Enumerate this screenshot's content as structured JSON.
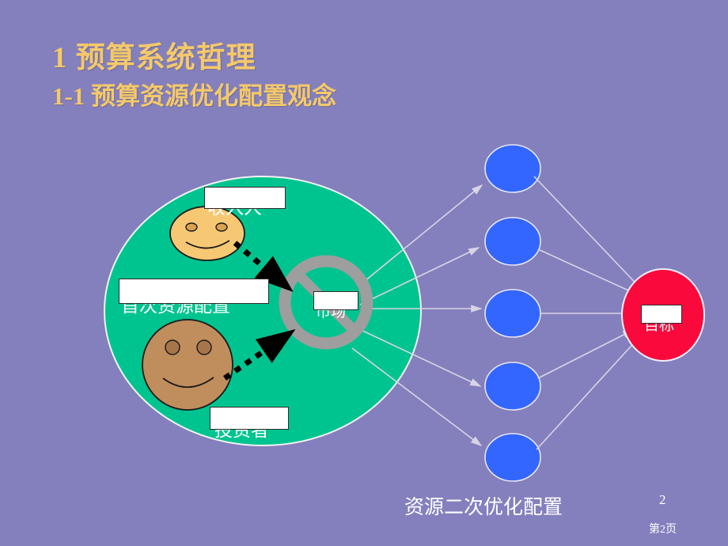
{
  "slide": {
    "background_color": "#8480bd",
    "title_color": "#f5c96a",
    "title_line1": "1  预算系统哲理",
    "title_line2": "1-1 预算资源优化配置观念",
    "caption": "资源二次优化配置",
    "page_number": "2",
    "page_footer": "第2页"
  },
  "diagram": {
    "green_ellipse": {
      "label": "",
      "color": "#00c48f"
    },
    "labels": {
      "top_person": "收入人",
      "middle": "首次资源配置",
      "bottom_person": "投资者",
      "center_ring": "市场",
      "goal": "目标"
    },
    "faces": [
      {
        "name": "yellow-face",
        "color": "#f7c873",
        "label": "收入人"
      },
      {
        "name": "brown-face",
        "color": "#c08d5d",
        "label": "投资者"
      }
    ],
    "ring": {
      "name": "no-entry-symbol",
      "color": "#9e9e9e",
      "label": "市场"
    },
    "blue_nodes": [
      {
        "id": 1,
        "color": "#3366ff"
      },
      {
        "id": 2,
        "color": "#3366ff"
      },
      {
        "id": 3,
        "color": "#3366ff"
      },
      {
        "id": 4,
        "color": "#3366ff"
      },
      {
        "id": 5,
        "color": "#3366ff"
      }
    ],
    "goal_node": {
      "color": "#fa0a3c",
      "label": "目标"
    },
    "colors": {
      "green": "#00c48f",
      "blue": "#3366ff",
      "red": "#fa0a3c",
      "gray": "#9e9e9e",
      "yellow": "#f7c873",
      "brown": "#c08d5d",
      "arrow_light": "#d8d4e6",
      "arrow_dark": "#000000"
    }
  }
}
